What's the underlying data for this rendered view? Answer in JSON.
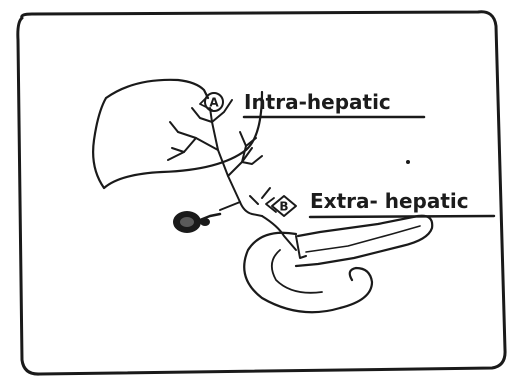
{
  "labels": {
    "intra": {
      "marker": "A",
      "text": "Intra-hepatic"
    },
    "extra": {
      "marker": "B",
      "text": "Extra- hepatic"
    }
  },
  "colors": {
    "ink": "#1a1a1a",
    "paper": "#ffffff"
  }
}
